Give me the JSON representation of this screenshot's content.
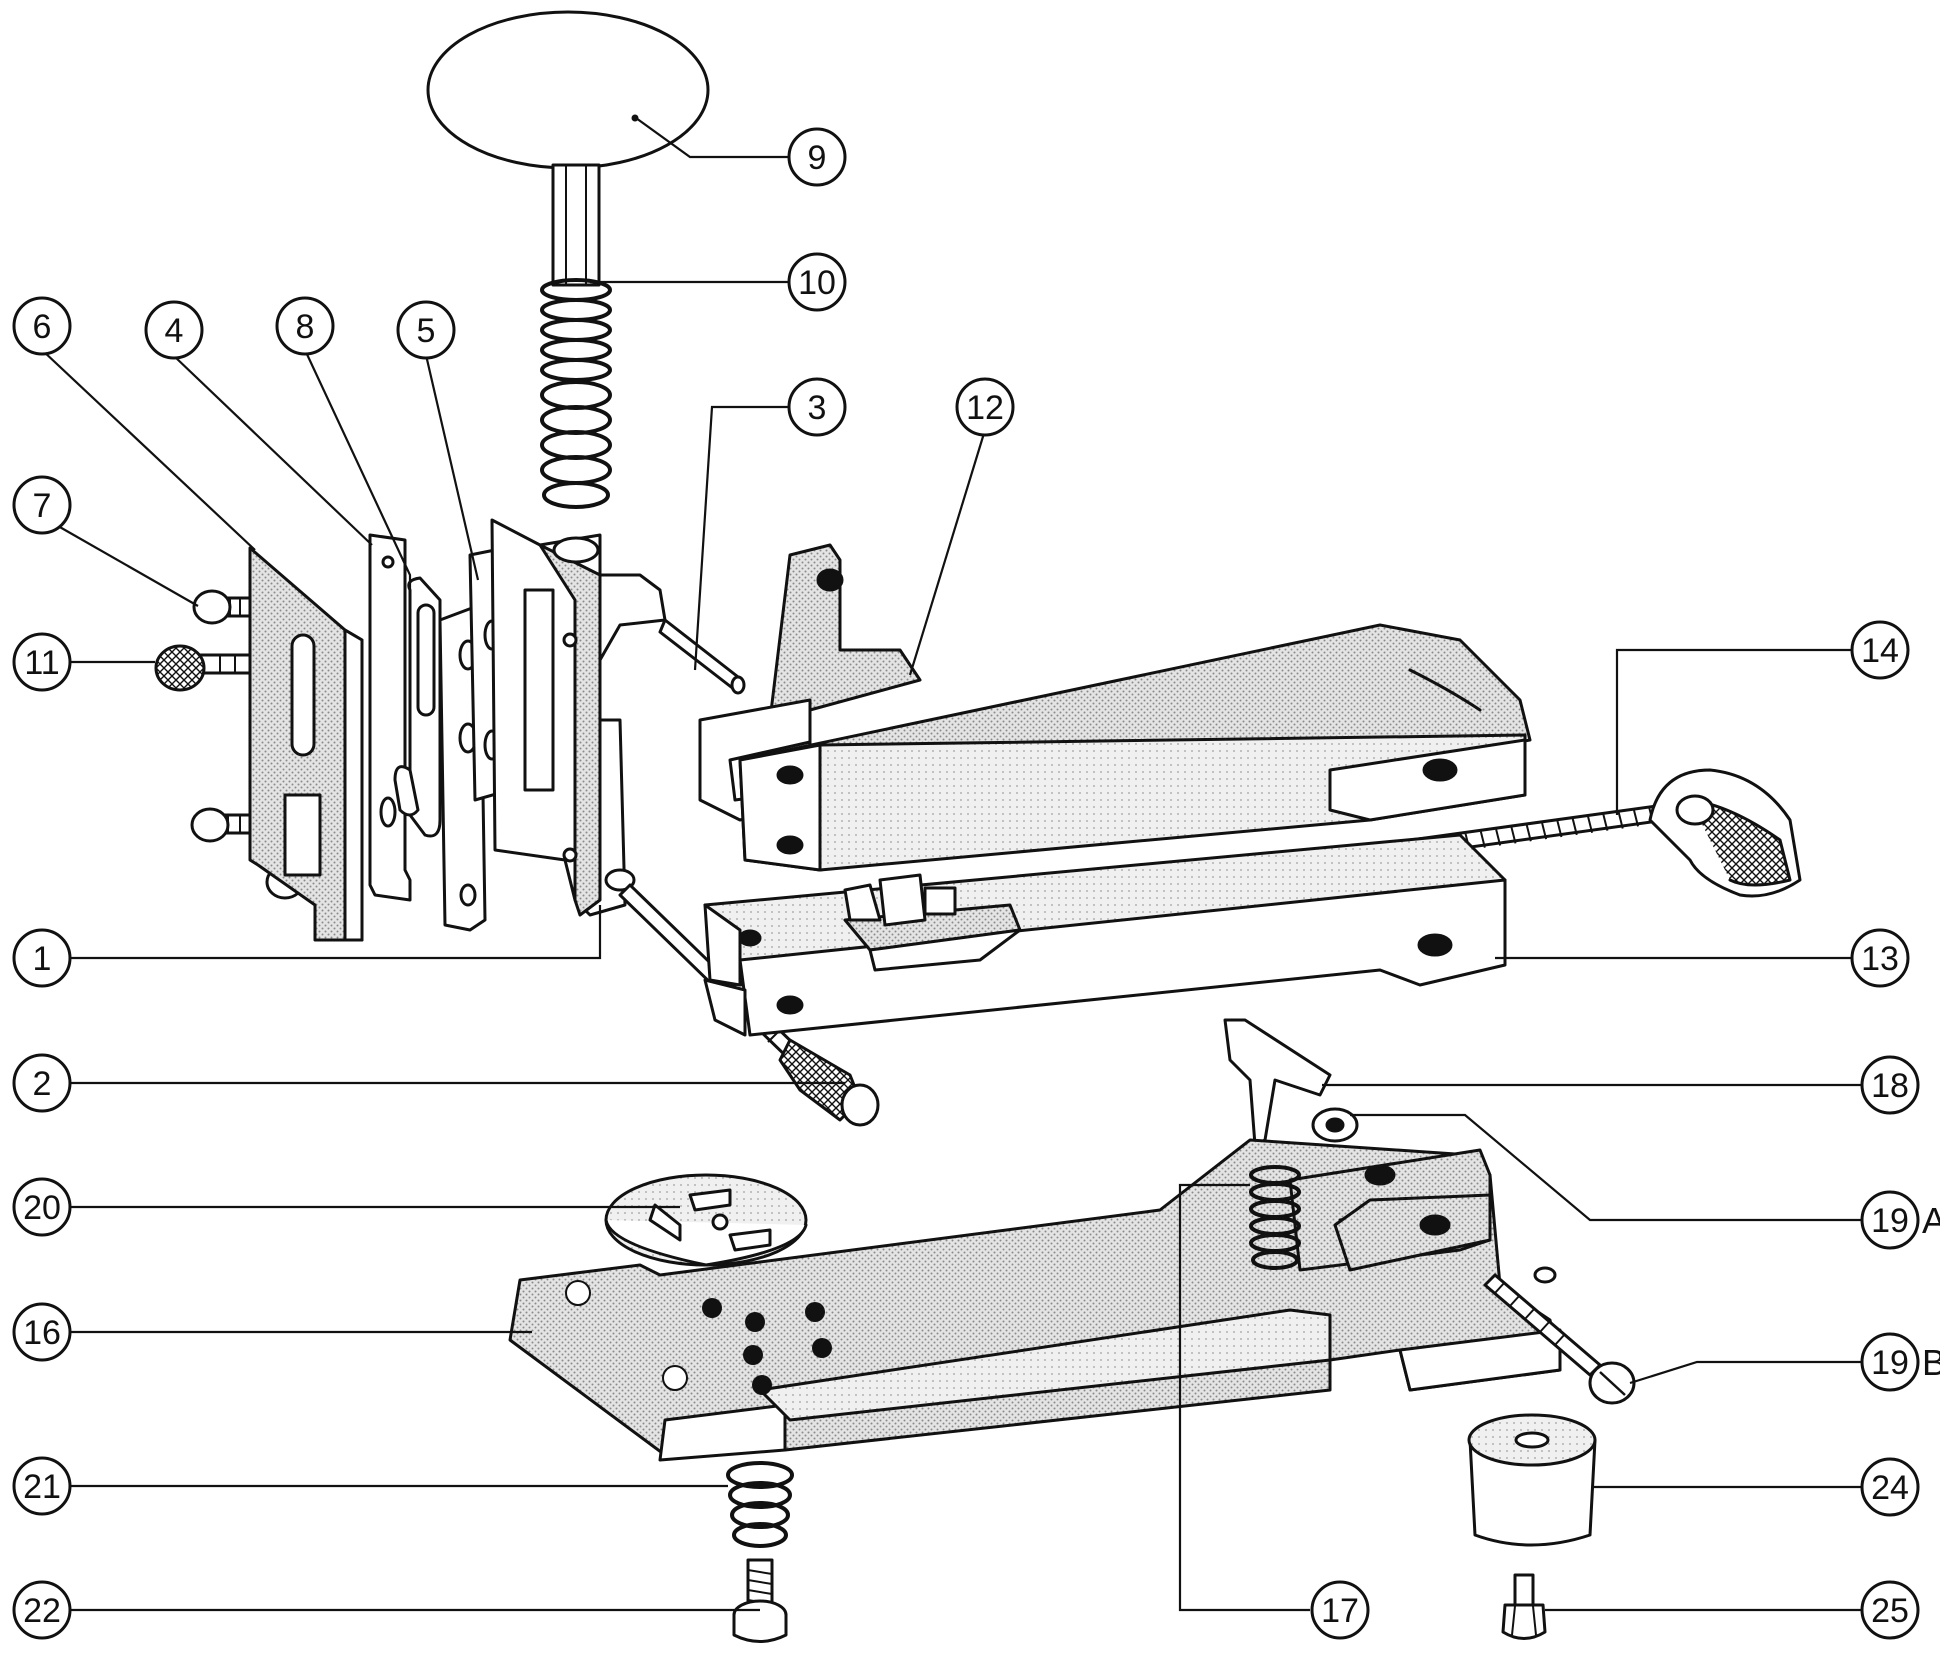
{
  "diagram": {
    "colors": {
      "ink": "#111111",
      "paper": "#ffffff",
      "shade": "#d9d9d9",
      "shade_dark": "#bdbdbd"
    },
    "callouts": [
      {
        "id": "9",
        "label": "9",
        "suffix": ""
      },
      {
        "id": "10",
        "label": "10",
        "suffix": ""
      },
      {
        "id": "6",
        "label": "6",
        "suffix": ""
      },
      {
        "id": "4",
        "label": "4",
        "suffix": ""
      },
      {
        "id": "8",
        "label": "8",
        "suffix": ""
      },
      {
        "id": "5",
        "label": "5",
        "suffix": ""
      },
      {
        "id": "3",
        "label": "3",
        "suffix": ""
      },
      {
        "id": "12",
        "label": "12",
        "suffix": ""
      },
      {
        "id": "7",
        "label": "7",
        "suffix": ""
      },
      {
        "id": "11",
        "label": "11",
        "suffix": ""
      },
      {
        "id": "14",
        "label": "14",
        "suffix": ""
      },
      {
        "id": "1",
        "label": "1",
        "suffix": ""
      },
      {
        "id": "13",
        "label": "13",
        "suffix": ""
      },
      {
        "id": "2",
        "label": "2",
        "suffix": ""
      },
      {
        "id": "18",
        "label": "18",
        "suffix": ""
      },
      {
        "id": "20",
        "label": "20",
        "suffix": ""
      },
      {
        "id": "19A",
        "label": "19",
        "suffix": "A"
      },
      {
        "id": "16",
        "label": "16",
        "suffix": ""
      },
      {
        "id": "19B",
        "label": "19",
        "suffix": "B"
      },
      {
        "id": "21",
        "label": "21",
        "suffix": ""
      },
      {
        "id": "24",
        "label": "24",
        "suffix": ""
      },
      {
        "id": "22",
        "label": "22",
        "suffix": ""
      },
      {
        "id": "17",
        "label": "17",
        "suffix": ""
      },
      {
        "id": "25",
        "label": "25",
        "suffix": ""
      }
    ]
  }
}
